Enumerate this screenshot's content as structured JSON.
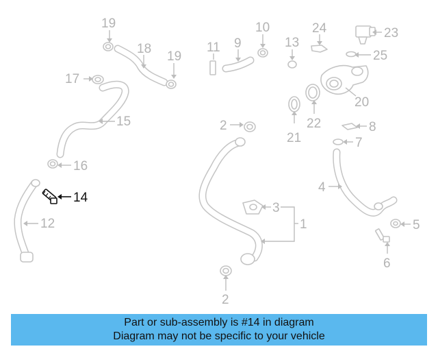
{
  "diagram": {
    "highlighted_part": "14",
    "callouts": {
      "p1": "1",
      "p2a": "2",
      "p2b": "2",
      "p3": "3",
      "p4": "4",
      "p5": "5",
      "p6": "6",
      "p7": "7",
      "p8": "8",
      "p9": "9",
      "p10": "10",
      "p11": "11",
      "p12": "12",
      "p13": "13",
      "p14": "14",
      "p15": "15",
      "p16": "16",
      "p17": "17",
      "p18": "18",
      "p19a": "19",
      "p19b": "19",
      "p20": "20",
      "p21": "21",
      "p22": "22",
      "p23": "23",
      "p24": "24",
      "p25": "25"
    }
  },
  "banner": {
    "line1": "Part or sub-assembly is #14 in diagram",
    "line2": "Diagram may not be specific to your vehicle"
  },
  "colors": {
    "banner_bg": "#5ab8ee",
    "part_stroke": "#c4c4c4",
    "highlight": "#111111"
  }
}
